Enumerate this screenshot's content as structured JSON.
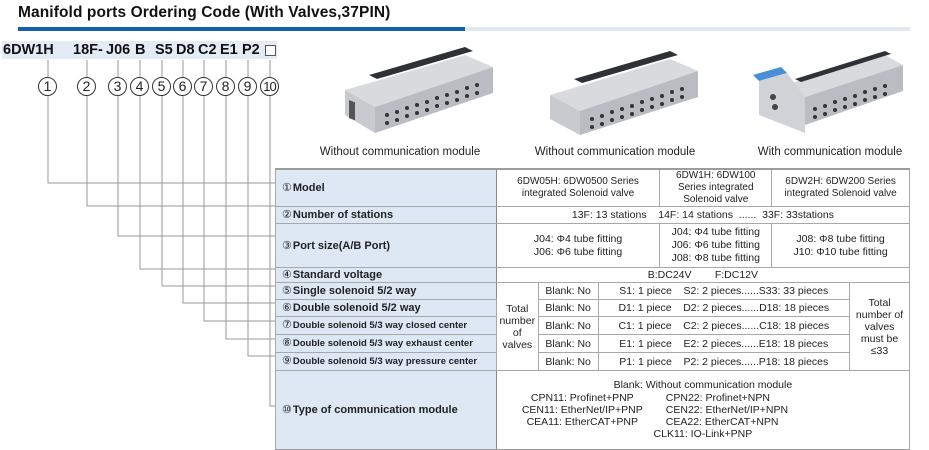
{
  "title": "Manifold ports Ordering Code (With Valves,37PIN)",
  "colors": {
    "accent": "#1560a8",
    "accent_light": "#dfe9f4",
    "label_bg": "#dde8f4",
    "code_bg": "#e3ecf6"
  },
  "code": {
    "segments": [
      "6DW1H",
      "18F-",
      "J06",
      "B",
      "S5",
      "D8",
      "C2",
      "E1",
      "P2"
    ],
    "box_icon": "empty-square"
  },
  "circles": [
    "1",
    "2",
    "3",
    "4",
    "5",
    "6",
    "7",
    "8",
    "9",
    "10"
  ],
  "products": [
    {
      "caption": "Without communication module",
      "image": "manifold-valve-37pin-6dw05h"
    },
    {
      "caption": "Without communication module",
      "image": "manifold-valve-37pin-6dw1h"
    },
    {
      "caption": "With communication module",
      "image": "manifold-valve-with-comm-module"
    }
  ],
  "table": {
    "model": {
      "num": "①",
      "label": "Model",
      "values": [
        "6DW05H: 6DW0500 Series integrated Solenoid valve",
        "6DW1H: 6DW100 Series integrated Solenoid valve",
        "6DW2H: 6DW200 Series integrated Solenoid valve"
      ]
    },
    "stations": {
      "num": "②",
      "label": "Number of stations",
      "value": "13F: 13 stations    14F: 14 stations  ......  33F: 33stations"
    },
    "port": {
      "num": "③",
      "label": "Port size(A/B Port)",
      "groups": [
        [
          "J04: Φ4 tube fitting",
          "J06: Φ6 tube fitting"
        ],
        [
          "J04: Φ4 tube fitting",
          "J06: Φ6 tube fitting",
          "J08: Φ8 tube fitting"
        ],
        [
          "J08: Φ8 tube fitting",
          "J10: Φ10 tube fitting"
        ]
      ]
    },
    "voltage": {
      "num": "④",
      "label": "Standard voltage",
      "value": "B:DC24V        F:DC12V"
    },
    "valves_total_label": "Total number of valves",
    "valves_note": "Total number of valves must be ≤33",
    "valves": [
      {
        "num": "⑤",
        "label": "Single solenoid 5/2 way",
        "blank": "Blank: No",
        "pieces": "S1: 1 piece    S2: 2 pieces......S33: 33 pieces"
      },
      {
        "num": "⑥",
        "label": "Double solenoid 5/2 way",
        "blank": "Blank: No",
        "pieces": "D1: 1 piece    D2: 2 pieces......D18: 18 pieces"
      },
      {
        "num": "⑦",
        "label": "Double solenoid 5/3 way closed center",
        "blank": "Blank: No",
        "pieces": "C1: 1 piece    C2: 2 pieces......C18: 18 pieces"
      },
      {
        "num": "⑧",
        "label": "Double solenoid 5/3 way exhaust center",
        "blank": "Blank: No",
        "pieces": "E1: 1 piece    E2: 2 pieces......E18: 18 pieces"
      },
      {
        "num": "⑨",
        "label": "Double solenoid 5/3 way pressure center",
        "blank": "Blank: No",
        "pieces": "P1: 1 piece    P2: 2 pieces......P18: 18 pieces"
      }
    ],
    "comm": {
      "num": "⑩",
      "label": "Type of communication module",
      "blank": "Blank: Without communication module",
      "pairs": [
        [
          "CPN11: Profinet+PNP",
          "CPN22: Profinet+NPN"
        ],
        [
          "CEN11: EtherNet/IP+PNP",
          "CEN22: EtherNet/IP+NPN"
        ],
        [
          "CEA11: EtherCAT+PNP",
          "CEA22: EtherCAT+NPN"
        ]
      ],
      "last": "CLK11: IO-Link+PNP"
    }
  }
}
